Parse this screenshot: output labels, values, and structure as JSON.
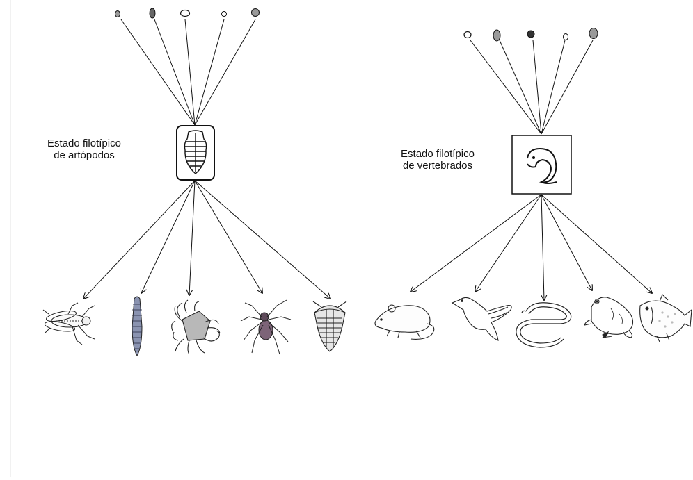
{
  "diagrams": [
    {
      "id": "arthropods",
      "label_lines": [
        "Estado filotípico",
        "de artópodos"
      ],
      "ancestral_forms": 5,
      "descendants": [
        "fly-icon",
        "millipede-icon",
        "crab-icon",
        "spider-icon",
        "trilobite-icon"
      ],
      "phylotypic_icon": "arthropod-embryo-icon"
    },
    {
      "id": "vertebrates",
      "label_lines": [
        "Estado filotípico",
        "de vertebrados"
      ],
      "ancestral_forms": 5,
      "descendants": [
        "rat-icon",
        "bird-icon",
        "snake-icon",
        "frog-icon",
        "fish-icon"
      ],
      "phylotypic_icon": "vertebrate-embryo-icon"
    }
  ],
  "colors": {
    "line": "#111111",
    "egg_gray": "#9a9a9a",
    "egg_dark": "#333333",
    "millipede_fill": "#8a93b0",
    "spider_fill": "#7d6478",
    "crab_fill": "#b8b8b8"
  }
}
